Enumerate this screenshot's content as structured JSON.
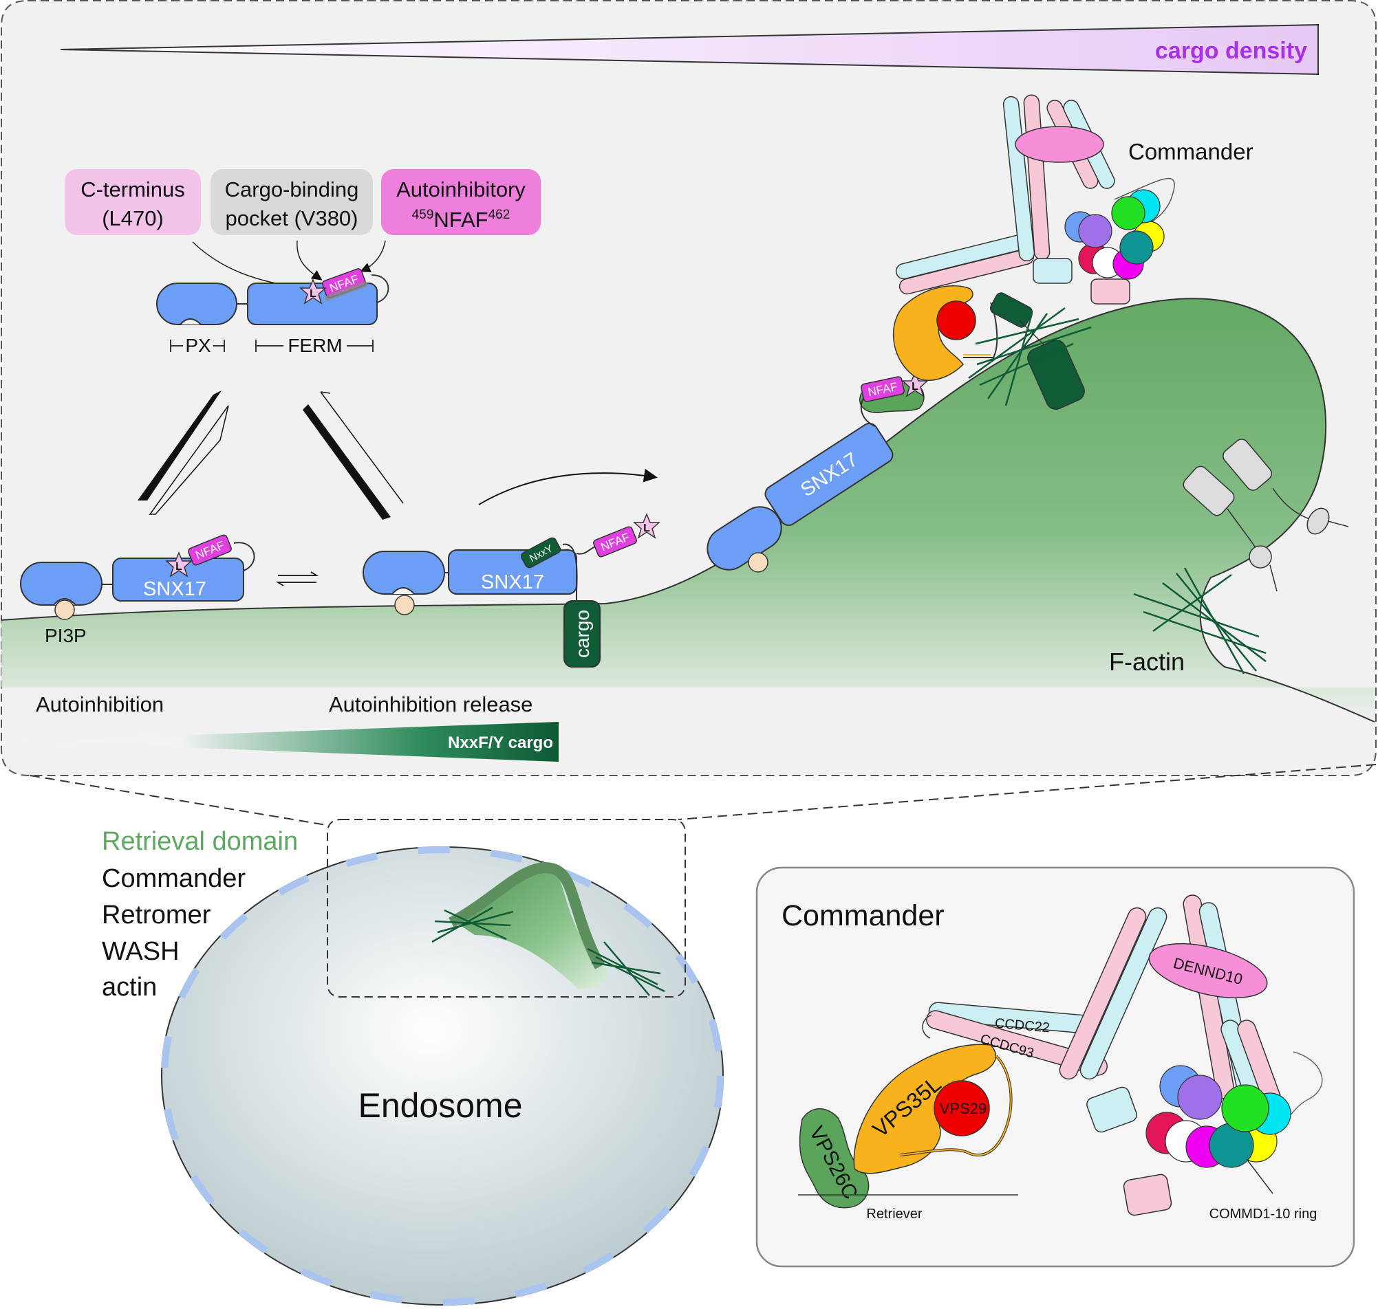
{
  "top_panel": {
    "cargo_density_label": "cargo density",
    "nxxfy_cargo_label": "NxxF/Y cargo",
    "autoinhibition_label": "Autoinhibition",
    "autoinhibition_release_label": "Autoinhibition release",
    "pi3p_label": "PI3P",
    "commander_label": "Commander",
    "factin_label": "F-actin",
    "boxes": {
      "cterm_line1": "C-terminus",
      "cterm_line2": "(L470)",
      "pocket_line1": "Cargo-binding",
      "pocket_line2": "pocket (V380)",
      "autoinh_line1": "Autoinhibitory",
      "autoinh_sup1": "459",
      "autoinh_main": "NFAF",
      "autoinh_sup2": "462"
    },
    "domains": {
      "px": "PX",
      "ferm": "FERM"
    },
    "snx17": "SNX17",
    "nfaf": "NFAF",
    "l_star": "L",
    "nxxy": "NxxY",
    "cargo": "cargo"
  },
  "left_list": {
    "retrieval_domain": "Retrieval domain",
    "commander": "Commander",
    "retromer": "Retromer",
    "wash": "WASH",
    "actin": "actin"
  },
  "endosome_label": "Endosome",
  "inset": {
    "title": "Commander",
    "dennd10": "DENND10",
    "ccdc22": "CCDC22",
    "ccdc93": "CCDC93",
    "vps35l": "VPS35L",
    "vps29": "VPS29",
    "vps26c": "VPS26C",
    "retriever": "Retriever",
    "commd": "COMMD1-10 ring"
  },
  "colors": {
    "snx17_blue": "#6d9ef5",
    "membrane_green": "#5fa862",
    "cargo_dark_green": "#0f5c36",
    "nfaf_magenta": "#e040e0",
    "cterm_pink": "#f4c3ea",
    "pocket_grey": "#d9d9d9",
    "autoinh_pink": "#ee7fdd",
    "cargo_density_purple": "#a830e8",
    "vps35l_orange": "#f7b21e",
    "vps29_red": "#ee0000",
    "dennd10_pink": "#f78fd8"
  }
}
